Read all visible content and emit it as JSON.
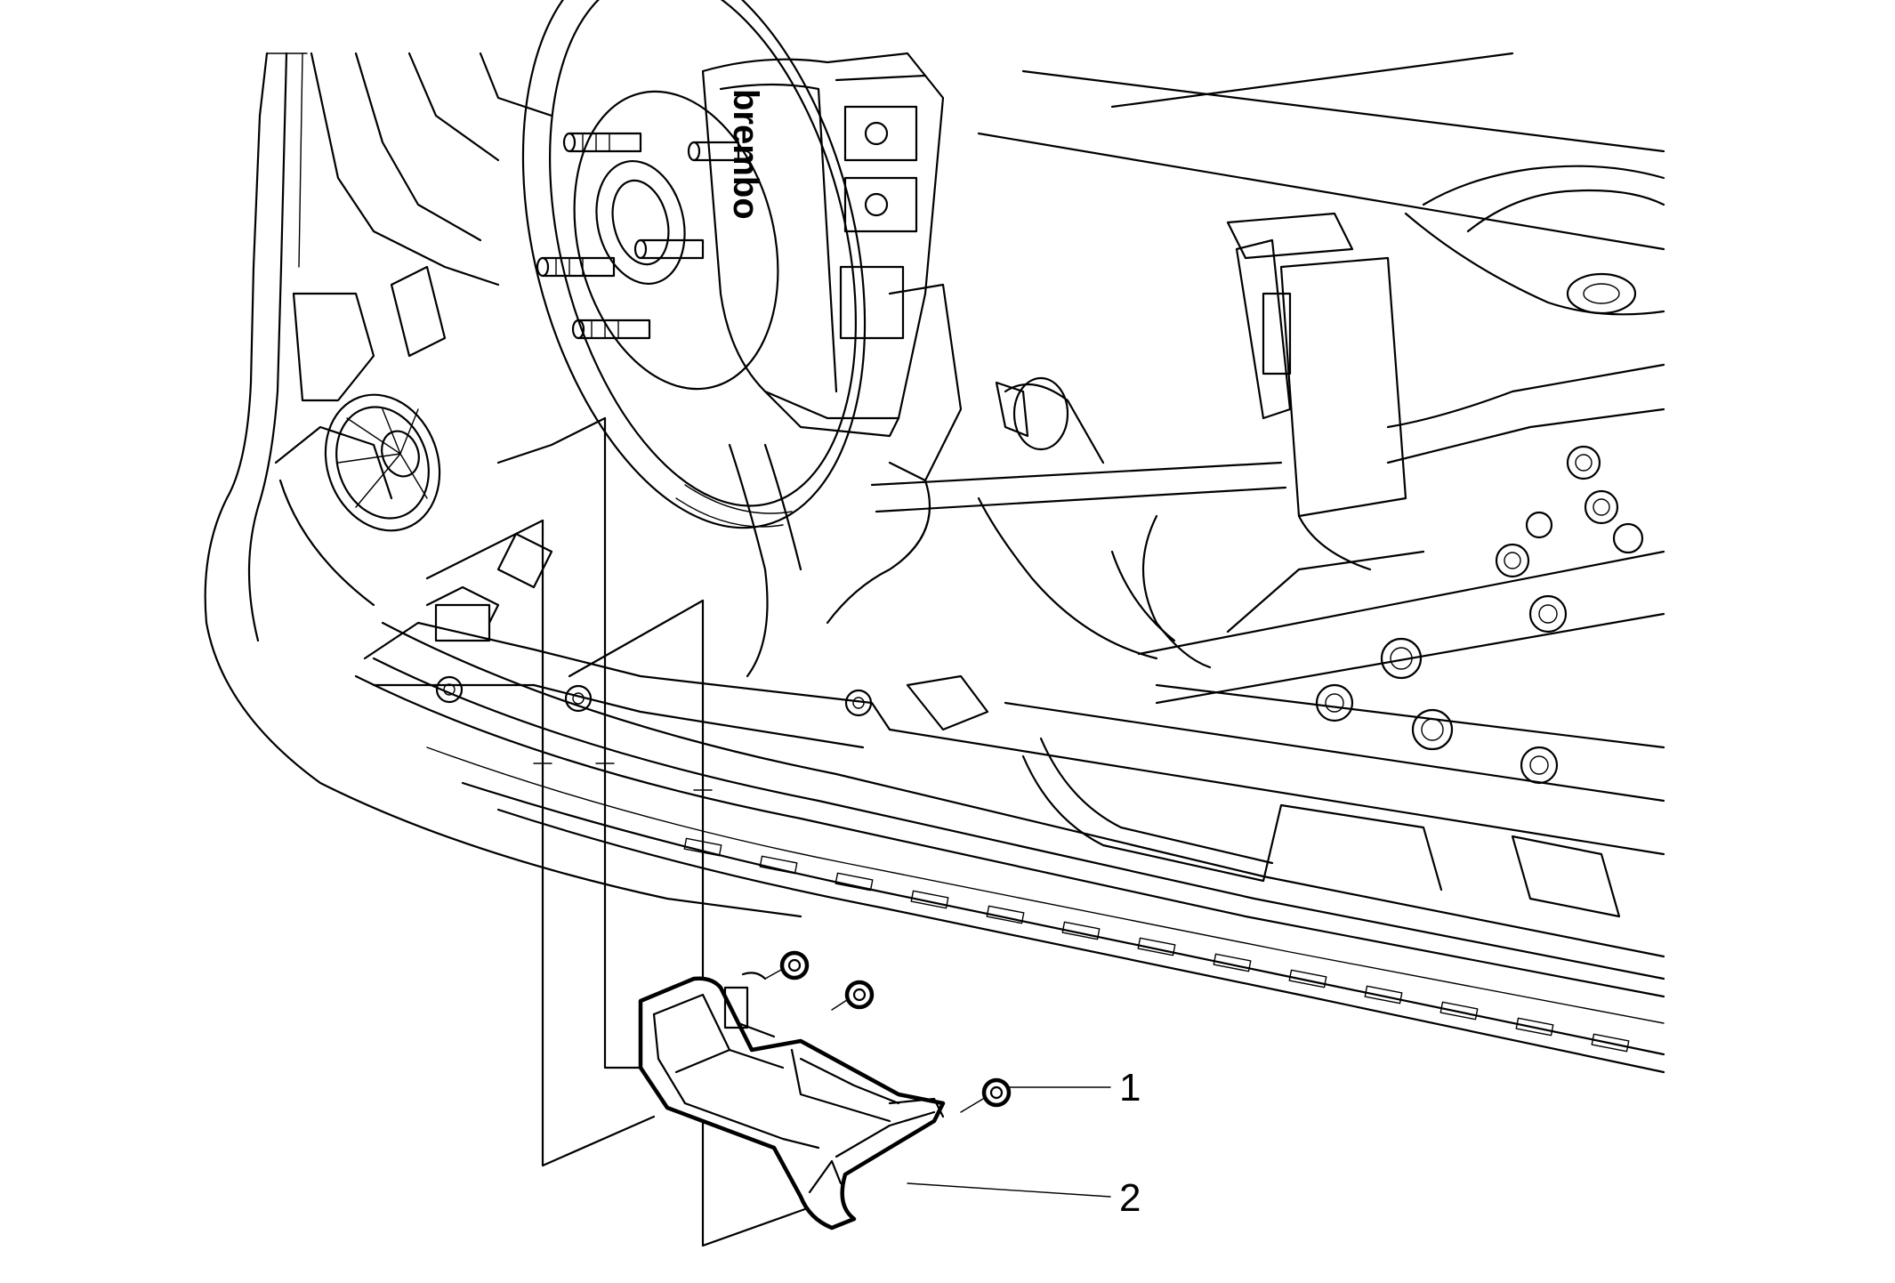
{
  "diagram": {
    "brand_marking": "brembo",
    "callouts": [
      {
        "number": "1",
        "part": "fastener-nut"
      },
      {
        "number": "2",
        "part": "bracket-shield"
      }
    ]
  }
}
